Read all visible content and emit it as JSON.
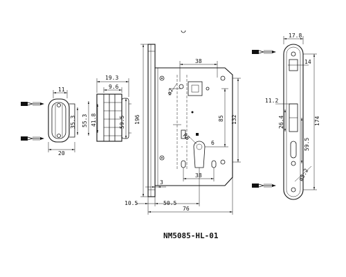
{
  "caption": "NM5085-HL-01",
  "dimensions": {
    "strike_width": "11",
    "strike_bottom_width": "20",
    "strike_h1": "35.3",
    "bolt_top_1": "19.3",
    "bolt_top_2": "9.6",
    "bolt_h1": "55.3",
    "bolt_h2": "41.8",
    "bolt_h3": "59.5",
    "faceplate_height": "196",
    "body_top": "38",
    "spindle_dia": "ø7",
    "body_h1": "85",
    "body_h2": "132",
    "cyl_offset": "6",
    "cyl_radius": "R8",
    "cyl_bottom": "38",
    "step_3": "3",
    "bottom_10_5": "10.5",
    "bottom_50_5": "50.5",
    "bottom_76": "76",
    "side_width": "17.8",
    "side_14": "14",
    "side_11_2": "11.2",
    "side_26_4": "26.4",
    "side_59_5": "59.5",
    "side_174": "174",
    "side_hole": "ø5.2"
  }
}
